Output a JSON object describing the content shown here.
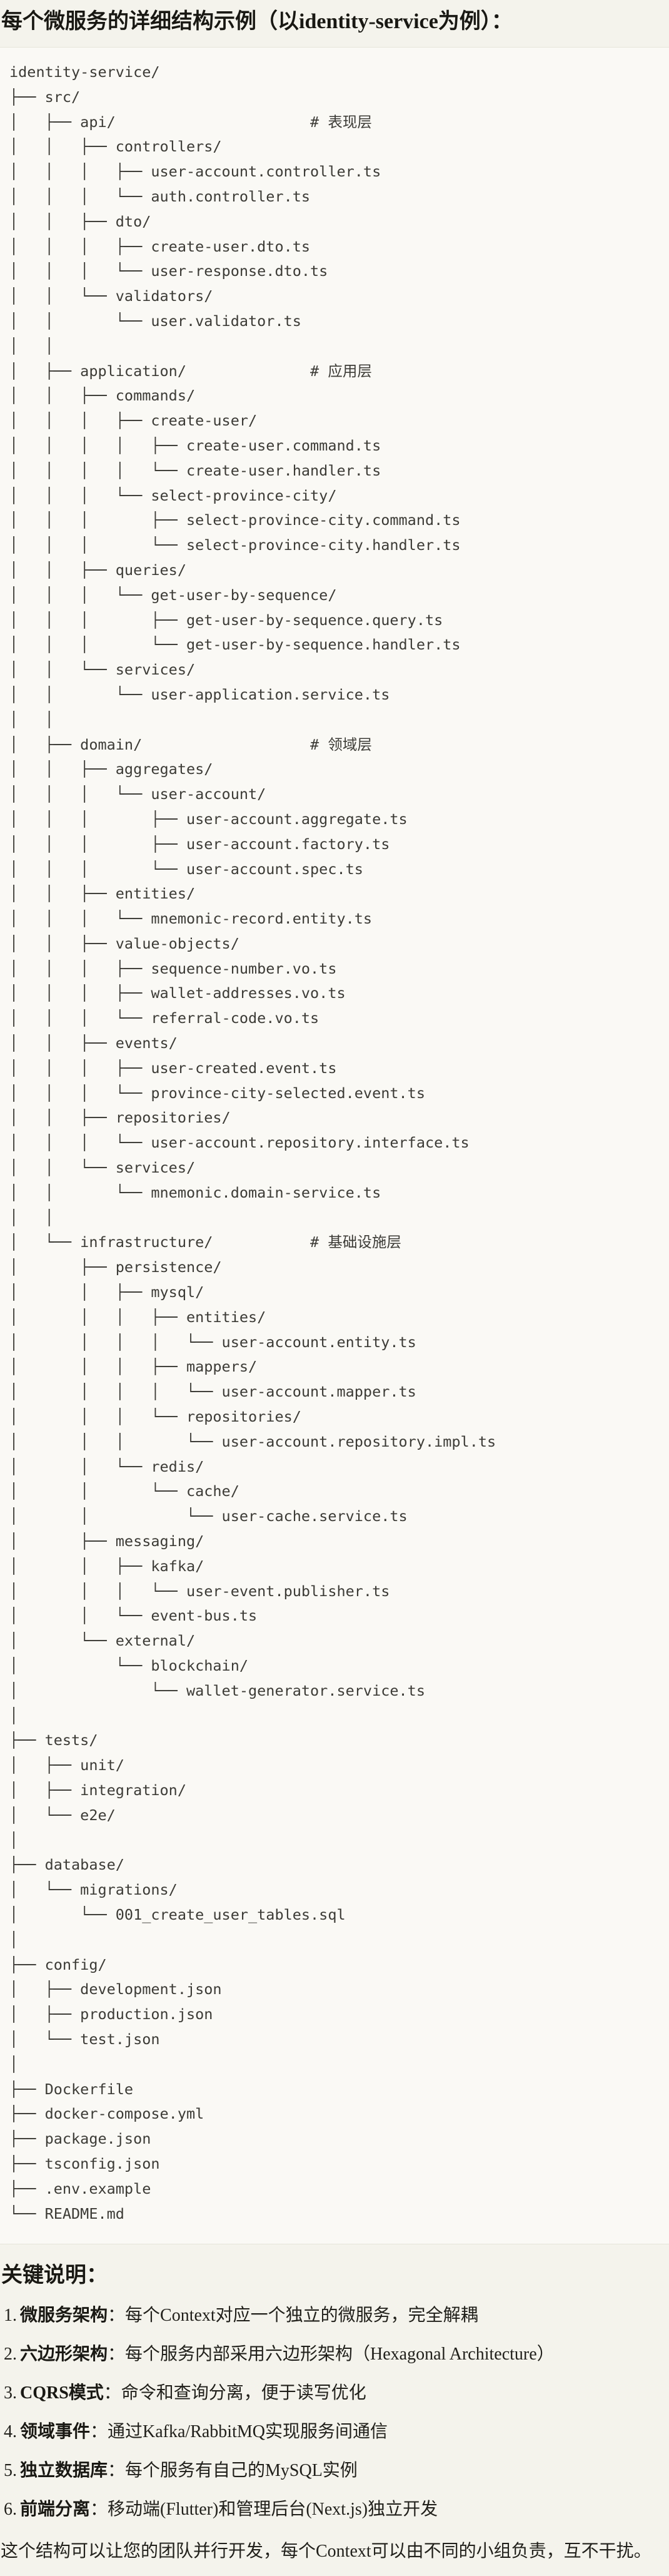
{
  "theme": {
    "page_bg": "#F4F3EC",
    "code_bg": "#FAF9F5",
    "code_border": "#E6E4DA",
    "heading_text": "#191813",
    "body_text": "#21201B",
    "code_text": "#3C3B36"
  },
  "title": "每个微服务的详细结构示例（以identity-service为例）：",
  "code_block": {
    "language": "plain-text",
    "layer_comments": [
      "# 表现层",
      "# 应用层",
      "# 领域层",
      "# 基础设施层"
    ],
    "tree_lines": [
      "identity-service/",
      "├── src/",
      "│   ├── api/                      # 表现层",
      "│   │   ├── controllers/",
      "│   │   │   ├── user-account.controller.ts",
      "│   │   │   └── auth.controller.ts",
      "│   │   ├── dto/",
      "│   │   │   ├── create-user.dto.ts",
      "│   │   │   └── user-response.dto.ts",
      "│   │   └── validators/",
      "│   │       └── user.validator.ts",
      "│   │",
      "│   ├── application/              # 应用层",
      "│   │   ├── commands/",
      "│   │   │   ├── create-user/",
      "│   │   │   │   ├── create-user.command.ts",
      "│   │   │   │   └── create-user.handler.ts",
      "│   │   │   └── select-province-city/",
      "│   │   │       ├── select-province-city.command.ts",
      "│   │   │       └── select-province-city.handler.ts",
      "│   │   ├── queries/",
      "│   │   │   └── get-user-by-sequence/",
      "│   │   │       ├── get-user-by-sequence.query.ts",
      "│   │   │       └── get-user-by-sequence.handler.ts",
      "│   │   └── services/",
      "│   │       └── user-application.service.ts",
      "│   │",
      "│   ├── domain/                   # 领域层",
      "│   │   ├── aggregates/",
      "│   │   │   └── user-account/",
      "│   │   │       ├── user-account.aggregate.ts",
      "│   │   │       ├── user-account.factory.ts",
      "│   │   │       └── user-account.spec.ts",
      "│   │   ├── entities/",
      "│   │   │   └── mnemonic-record.entity.ts",
      "│   │   ├── value-objects/",
      "│   │   │   ├── sequence-number.vo.ts",
      "│   │   │   ├── wallet-addresses.vo.ts",
      "│   │   │   └── referral-code.vo.ts",
      "│   │   ├── events/",
      "│   │   │   ├── user-created.event.ts",
      "│   │   │   └── province-city-selected.event.ts",
      "│   │   ├── repositories/",
      "│   │   │   └── user-account.repository.interface.ts",
      "│   │   └── services/",
      "│   │       └── mnemonic.domain-service.ts",
      "│   │",
      "│   └── infrastructure/           # 基础设施层",
      "│       ├── persistence/",
      "│       │   ├── mysql/",
      "│       │   │   ├── entities/",
      "│       │   │   │   └── user-account.entity.ts",
      "│       │   │   ├── mappers/",
      "│       │   │   │   └── user-account.mapper.ts",
      "│       │   │   └── repositories/",
      "│       │   │       └── user-account.repository.impl.ts",
      "│       │   └── redis/",
      "│       │       └── cache/",
      "│       │           └── user-cache.service.ts",
      "│       ├── messaging/",
      "│       │   ├── kafka/",
      "│       │   │   └── user-event.publisher.ts",
      "│       │   └── event-bus.ts",
      "│       └── external/",
      "│           └── blockchain/",
      "│               └── wallet-generator.service.ts",
      "│",
      "├── tests/",
      "│   ├── unit/",
      "│   ├── integration/",
      "│   └── e2e/",
      "│",
      "├── database/",
      "│   └── migrations/",
      "│       └── 001_create_user_tables.sql",
      "│",
      "├── config/",
      "│   ├── development.json",
      "│   ├── production.json",
      "│   └── test.json",
      "│",
      "├── Dockerfile",
      "├── docker-compose.yml",
      "├── package.json",
      "├── tsconfig.json",
      "├── .env.example",
      "└── README.md"
    ]
  },
  "notes": {
    "heading": "关键说明：",
    "items": [
      {
        "num": "1.",
        "term": "微服务架构",
        "rest": "：每个Context对应一个独立的微服务，完全解耦"
      },
      {
        "num": "2.",
        "term": "六边形架构",
        "rest": "：每个服务内部采用六边形架构（Hexagonal Architecture）"
      },
      {
        "num": "3.",
        "term": "CQRS模式",
        "rest": "：命令和查询分离，便于读写优化"
      },
      {
        "num": "4.",
        "term": "领域事件",
        "rest": "：通过Kafka/RabbitMQ实现服务间通信"
      },
      {
        "num": "5.",
        "term": "独立数据库",
        "rest": "：每个服务有自己的MySQL实例"
      },
      {
        "num": "6.",
        "term": "前端分离",
        "rest": "：移动端(Flutter)和管理后台(Next.js)独立开发"
      }
    ],
    "footer": "这个结构可以让您的团队并行开发，每个Context可以由不同的小组负责，互不干扰。"
  }
}
